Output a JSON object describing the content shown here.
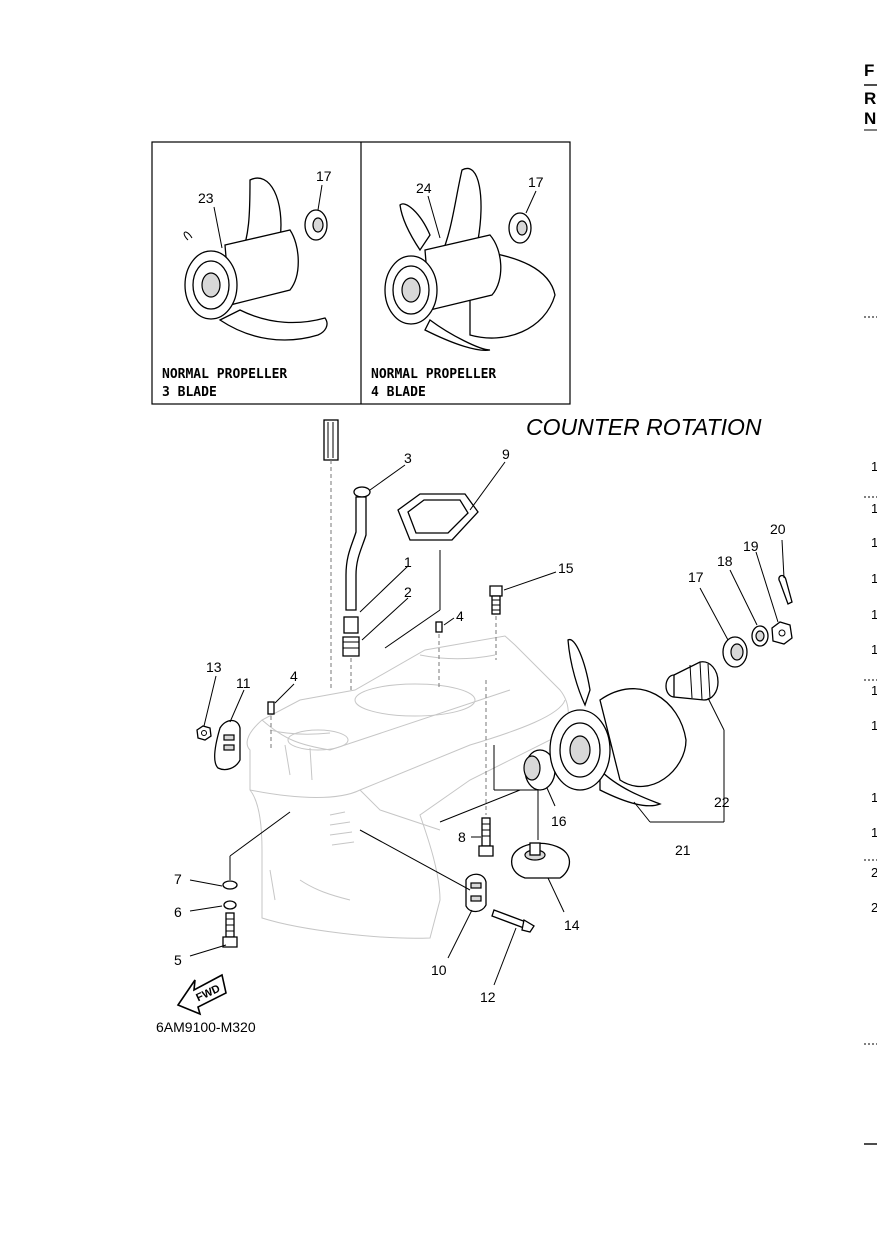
{
  "diagram": {
    "title": "COUNTER ROTATION",
    "code": "6AM9100-M320",
    "fwd_mark": "FWD"
  },
  "inset_panels": [
    {
      "caption_line1": "NORMAL PROPELLER",
      "caption_line2": "3 BLADE",
      "labels": [
        "23",
        "17"
      ]
    },
    {
      "caption_line1": "NORMAL PROPELLER",
      "caption_line2": "4 BLADE",
      "labels": [
        "24",
        "17"
      ]
    }
  ],
  "part_labels": [
    "1",
    "2",
    "3",
    "4",
    "4",
    "5",
    "6",
    "7",
    "8",
    "9",
    "10",
    "11",
    "12",
    "13",
    "14",
    "15",
    "16",
    "17",
    "18",
    "19",
    "20",
    "21",
    "22"
  ],
  "right_edge": {
    "header_letters": [
      "F",
      "R",
      "N"
    ],
    "row_numbers": [
      "1",
      "1",
      "1",
      "1",
      "1",
      "1",
      "1",
      "1",
      "1",
      "1",
      "2",
      "2"
    ]
  }
}
